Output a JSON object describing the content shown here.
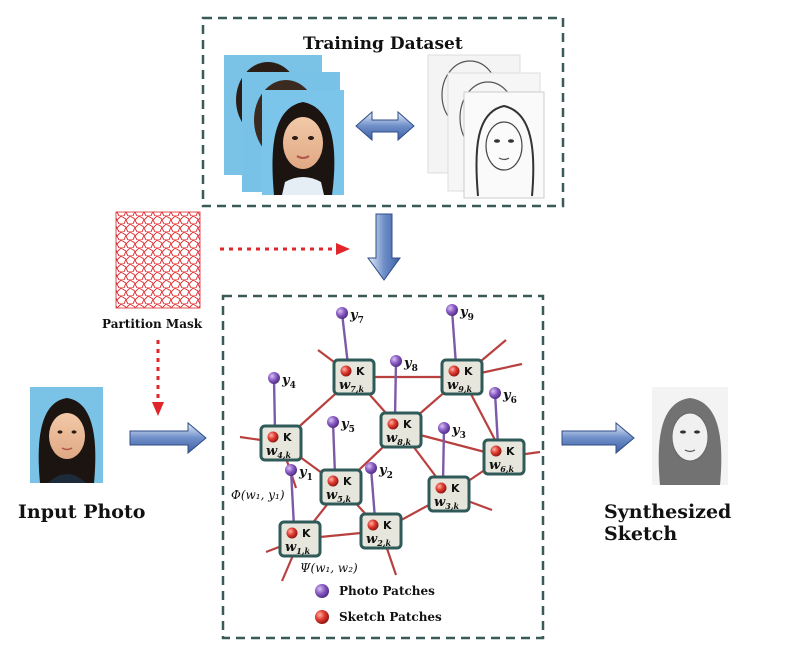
{
  "training": {
    "title": "Training Dataset"
  },
  "partition": {
    "label": "Partition Mask"
  },
  "input": {
    "label": "Input Photo"
  },
  "output": {
    "label": "Synthesized Sketch"
  },
  "graph": {
    "nodes": [
      {
        "id": "w1",
        "sub": "1,k",
        "obs": "1"
      },
      {
        "id": "w2",
        "sub": "2,k",
        "obs": "2"
      },
      {
        "id": "w3",
        "sub": "3,k",
        "obs": "3"
      },
      {
        "id": "w4",
        "sub": "4,k",
        "obs": "4"
      },
      {
        "id": "w5",
        "sub": "5,k",
        "obs": "5"
      },
      {
        "id": "w6",
        "sub": "6,k",
        "obs": "6"
      },
      {
        "id": "w7",
        "sub": "7,k",
        "obs": "7"
      },
      {
        "id": "w8",
        "sub": "8,k",
        "obs": "8"
      },
      {
        "id": "w9",
        "sub": "9,k",
        "obs": "9"
      }
    ],
    "node_letter": "K",
    "node_var": "w",
    "obs_var": "y",
    "phi_label": "Φ(w₁, y₁)",
    "psi_label": "Ψ(w₁, w₂)"
  },
  "legend": [
    {
      "label": "Photo Patches",
      "color": "#7b4fb3"
    },
    {
      "label": "Sketch Patches",
      "color": "#d0302a"
    }
  ],
  "colors": {
    "dash_border": "#3a5a58",
    "edge": "#b8413f",
    "node_fill": "#e6e6dc",
    "node_border": "#2f5a58",
    "arrow_fill": "#6f8fc9",
    "mask_red": "#e0262b"
  }
}
